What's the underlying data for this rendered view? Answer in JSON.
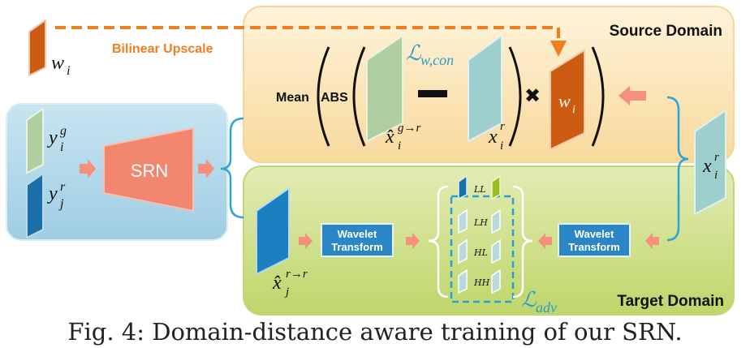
{
  "diagram": {
    "upscale_label": "Bilinear Upscale",
    "source_domain_label": "Source Domain",
    "target_domain_label": "Target Domain",
    "mean_label": "Mean",
    "abs_label": "ABS",
    "srn_label": "SRN",
    "wavelet_label_line1": "Wavelet",
    "wavelet_label_line2": "Transform",
    "weight_symbol": "w",
    "weight_sub": "i",
    "loss_con_sub": "w,con",
    "loss_adv_sub": "adv",
    "bands": [
      "LL",
      "LH",
      "HL",
      "HH"
    ],
    "colors": {
      "source_bg": "#fbe6bb",
      "target_bg": "#cfe08b",
      "srn_panel": "#abd4e8",
      "srn_trapezoid": "#f2866f",
      "weight": "#cc5a10",
      "upscale_arrow": "#f07e1f",
      "flow_arrow": "#f4907d",
      "wavelet_box": "#2a86c4",
      "dashed_box": "#2aa0d0"
    }
  },
  "caption": "Fig. 4: Domain-distance aware training of our SRN."
}
